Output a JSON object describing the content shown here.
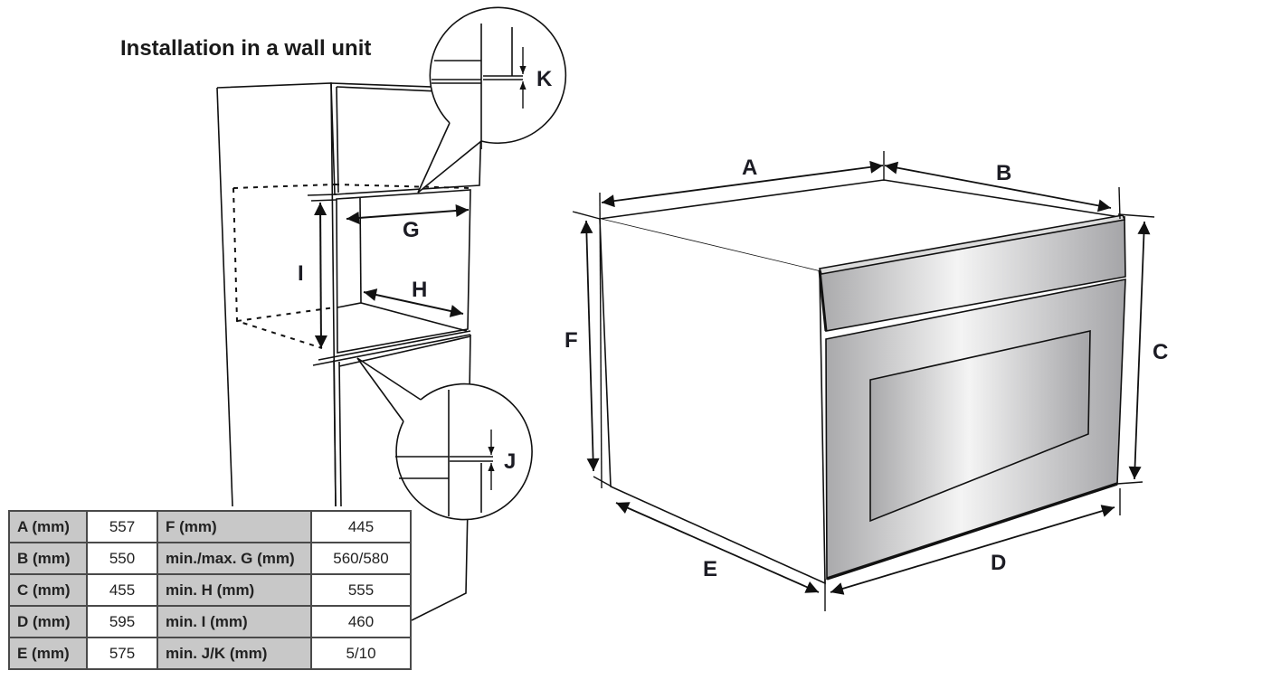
{
  "title": "Installation in a wall unit",
  "colors": {
    "line": "#111111",
    "table_key_bg": "#c8c8c8",
    "steel_dark": "#a9a9ab",
    "steel_light": "#f4f4f4"
  },
  "labels": {
    "A": "A",
    "B": "B",
    "C": "C",
    "D": "D",
    "E": "E",
    "F": "F",
    "G": "G",
    "H": "H",
    "I": "I",
    "J": "J",
    "K": "K"
  },
  "table": {
    "rows": [
      {
        "key1": "A (mm)",
        "val1": "557",
        "key2": "F (mm)",
        "val2": "445"
      },
      {
        "key1": "B (mm)",
        "val1": "550",
        "key2": "min./max. G (mm)",
        "val2": "560/580"
      },
      {
        "key1": "C (mm)",
        "val1": "455",
        "key2": "min. H (mm)",
        "val2": "555"
      },
      {
        "key1": "D (mm)",
        "val1": "595",
        "key2": "min. I (mm)",
        "val2": "460"
      },
      {
        "key1": "E (mm)",
        "val1": "575",
        "key2": "min. J/K (mm)",
        "val2": "5/10"
      }
    ]
  }
}
